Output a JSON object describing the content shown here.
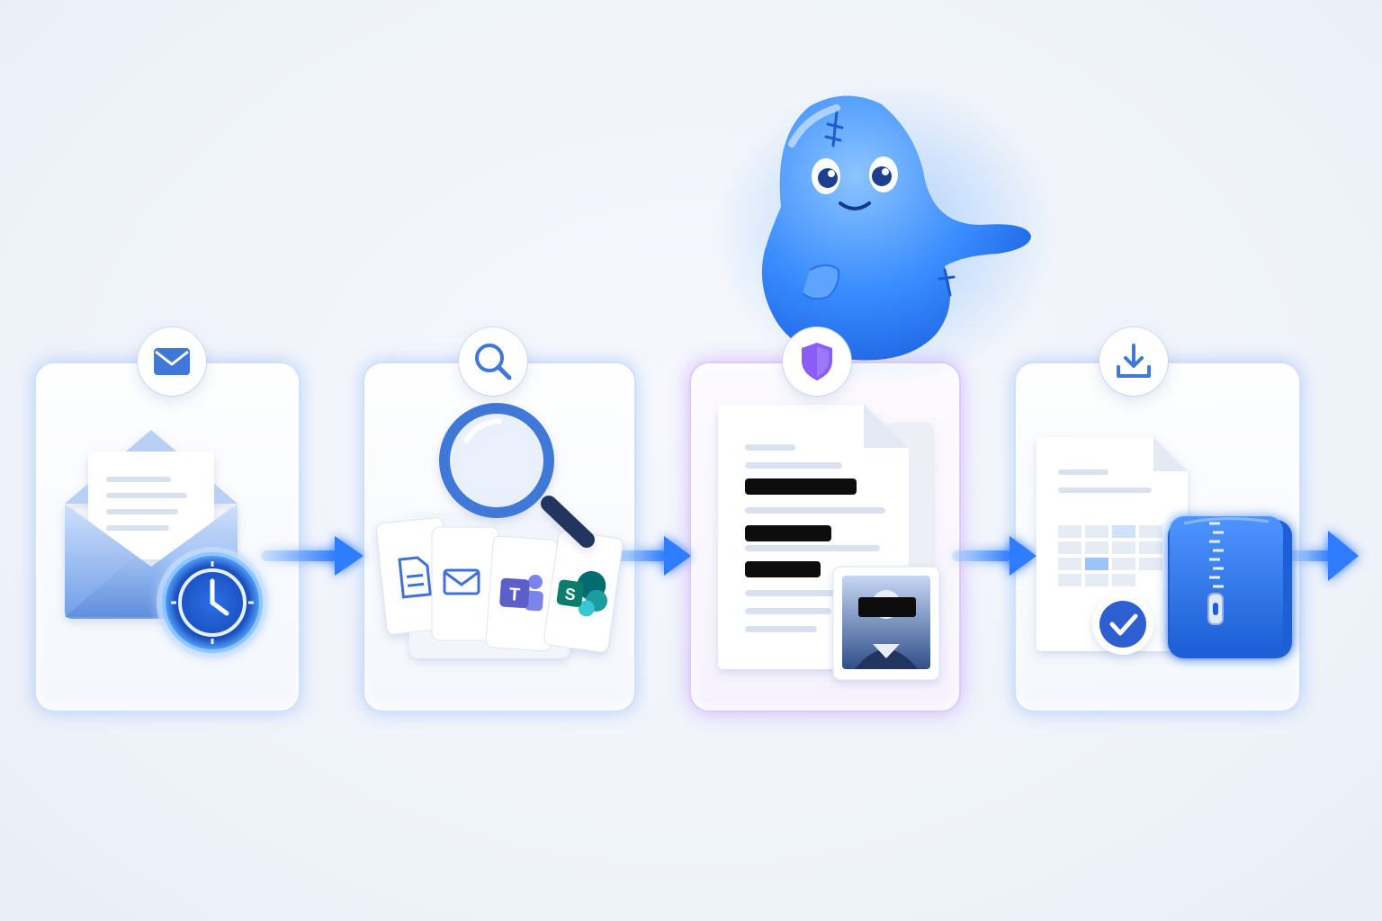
{
  "workflow": {
    "steps": [
      {
        "id": "collect",
        "badge_icon": "envelope-icon",
        "illustration": [
          "open-envelope-icon",
          "clock-icon"
        ]
      },
      {
        "id": "search",
        "badge_icon": "search-icon",
        "illustration": [
          "magnifying-glass-icon",
          "document-icon",
          "mail-icon",
          "teams-icon",
          "sharepoint-icon"
        ]
      },
      {
        "id": "redact",
        "badge_icon": "shield-icon",
        "illustration": [
          "redacted-document-icon",
          "redacted-photo-icon"
        ]
      },
      {
        "id": "export",
        "badge_icon": "download-icon",
        "illustration": [
          "spreadsheet-document-icon",
          "check-icon",
          "zip-archive-icon"
        ]
      }
    ],
    "app_letters": {
      "teams": "T",
      "sharepoint": "S"
    }
  },
  "colors": {
    "accent": "#2f7bff",
    "accent_dark": "#1f5fd8",
    "redact_accent": "#8b5cf6",
    "card_border": "#cfe0fb",
    "redaction_bar": "#0d0d10",
    "teams": "#5b5fc7",
    "sharepoint": "#0f7b6c",
    "mascot": "#3a8dff"
  }
}
